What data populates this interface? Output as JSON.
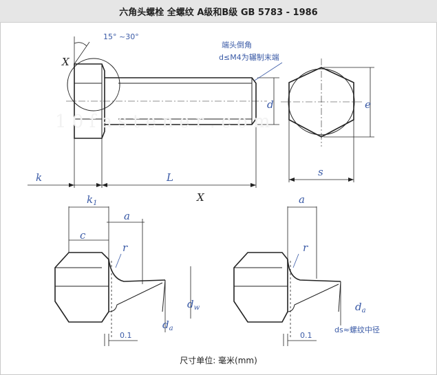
{
  "title": "六角头螺栓 全螺纹 A级和B级 GB 5783 - 1986",
  "footer": "尺寸单位: 毫米(mm)",
  "labels": {
    "angle": "15° ~30°",
    "x_mark": "X",
    "chamfer_line1": "端头倒角",
    "chamfer_line2": "d≤M4为辗制末端",
    "d": "d",
    "e": "e",
    "s": "s",
    "k": "k",
    "L": "L",
    "X_center": "X",
    "k1": "k",
    "k1_sub": "1",
    "a_left": "a",
    "c": "c",
    "r_left": "r",
    "dw": "d",
    "dw_sub": "w",
    "da_left": "d",
    "da_left_sub": "a",
    "val_left": "0.1",
    "a_right": "a",
    "r_right": "r",
    "da_right": "d",
    "da_right_sub": "a",
    "val_right": "0.1",
    "ds_note": "ds≈螺纹中径"
  }
}
